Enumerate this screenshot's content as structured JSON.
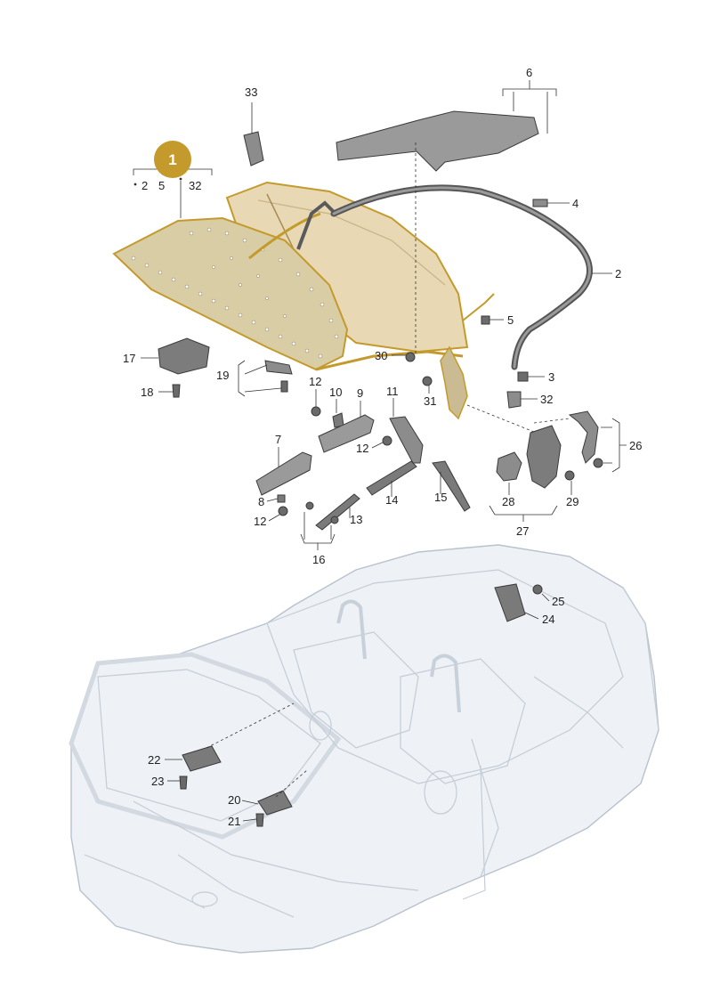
{
  "main_badge": {
    "label": "1",
    "color": "#c49a2c"
  },
  "colors": {
    "highlight_fill": "#e8d9b4",
    "highlight_stroke": "#c49a2c",
    "part_fill": "#8c8c8c",
    "part_dark": "#5a5a5a",
    "car_body": "#eef1f5",
    "car_line": "#b8c2ce",
    "callout_text": "#222222"
  },
  "callouts": {
    "badge_group": [
      "2",
      "5",
      "32"
    ],
    "c2": "2",
    "c3": "3",
    "c4": "4",
    "c5": "5",
    "c6": "6",
    "c7": "7",
    "c8": "8",
    "c9": "9",
    "c10": "10",
    "c11": "11",
    "c12a": "12",
    "c12b": "12",
    "c12c": "12",
    "c13": "13",
    "c14": "14",
    "c15": "15",
    "c16": "16",
    "c17": "17",
    "c18": "18",
    "c19": "19",
    "c20": "20",
    "c21": "21",
    "c22": "22",
    "c23": "23",
    "c24": "24",
    "c25": "25",
    "c26": "26",
    "c27": "27",
    "c28": "28",
    "c29": "29",
    "c30": "30",
    "c31": "31",
    "c32": "32",
    "c33": "33"
  }
}
